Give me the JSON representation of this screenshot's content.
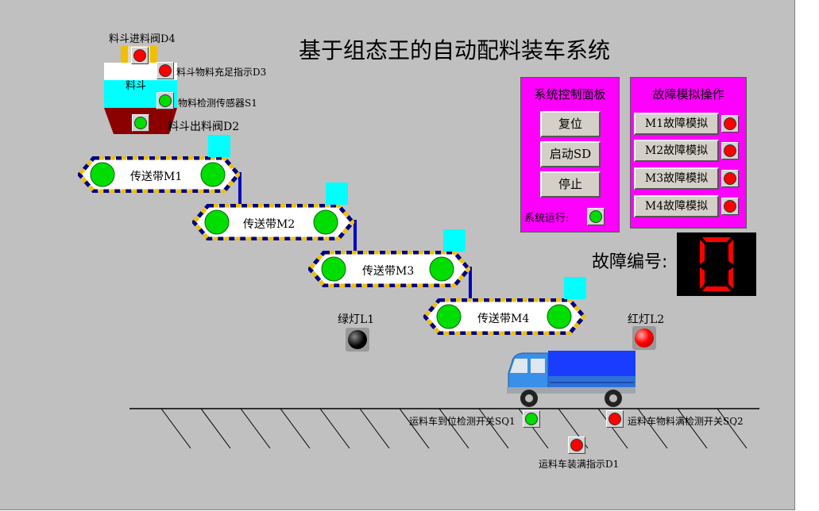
{
  "title": "基于组态王的自动配料装车系统",
  "hopper": {
    "label": "料斗",
    "inlet_valve_label": "料斗进料阀D4",
    "full_indicator_label": "料斗物料充足指示D3",
    "sensor_label": "物料检测传感器S1",
    "outlet_valve_label": "料斗出料阀D2",
    "inlet_valve_state": "red",
    "full_indicator_state": "red",
    "sensor_state": "green",
    "outlet_valve_state": "green"
  },
  "conveyors": [
    {
      "label": "传送带M1"
    },
    {
      "label": "传送带M2"
    },
    {
      "label": "传送带M3"
    },
    {
      "label": "传送带M4"
    }
  ],
  "control_panel": {
    "title": "系统控制面板",
    "reset_label": "复位",
    "start_label": "启动SD",
    "stop_label": "停止",
    "running_label": "系统运行:",
    "running_state": "green"
  },
  "fault_panel": {
    "title": "故障模拟操作",
    "buttons": [
      {
        "label": "M1故障模拟",
        "state": "red"
      },
      {
        "label": "M2故障模拟",
        "state": "red"
      },
      {
        "label": "M3故障模拟",
        "state": "red"
      },
      {
        "label": "M4故障模拟",
        "state": "red"
      }
    ]
  },
  "fault_display": {
    "label": "故障编号:",
    "value": "0",
    "digit_color": "#ff0000"
  },
  "lights": {
    "green_label": "绿灯L1",
    "green_state": "off",
    "red_label": "红灯L2",
    "red_state": "on"
  },
  "truck_sensors": {
    "position_label": "运料车到位检测开关SQ1",
    "position_state": "green",
    "full_label": "运料车物料满检测开关SQ2",
    "full_state": "red",
    "loaded_label": "运料车装满指示D1",
    "loaded_state": "red"
  },
  "colors": {
    "background": "#c0c0c0",
    "panel": "#ff00ff",
    "lamp_green": "#00dd00",
    "lamp_red": "#ff0000",
    "belt_yellow": "#f0c000",
    "belt_blue": "#000080",
    "sensor_cyan": "#00ffff"
  },
  "icons": [
    "truck-icon",
    "hopper-icon",
    "conveyor-icon",
    "lamp-icon",
    "seven-segment-display"
  ]
}
